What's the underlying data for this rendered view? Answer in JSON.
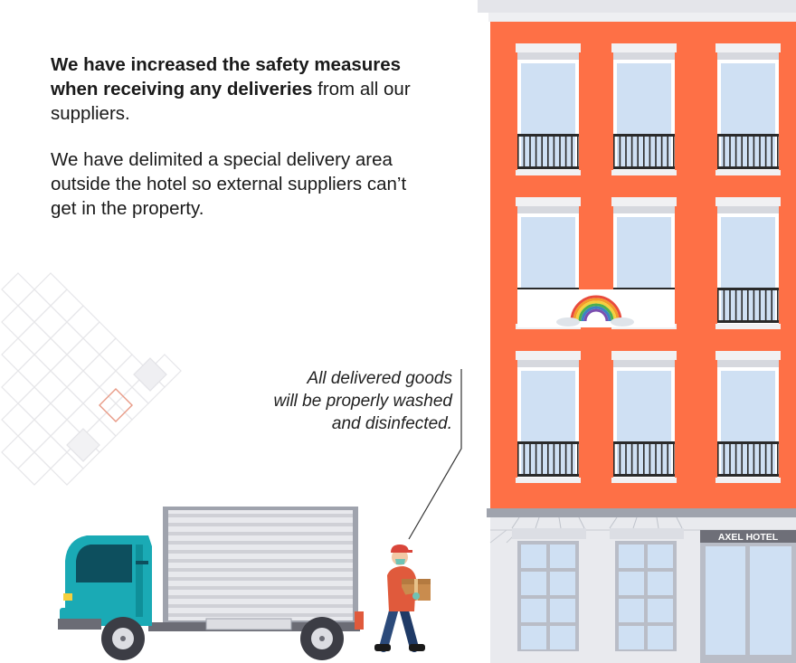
{
  "intro": {
    "p1_bold": "We have increased the safety measures when receiving any deliveries",
    "p1_rest": " from all our suppliers.",
    "p2": "We have delimited a special delivery area outside the hotel so external suppliers can’t get in the property."
  },
  "callout": {
    "line1": "All delivered goods",
    "line2": "will be properly washed",
    "line3": "and disinfected."
  },
  "hotel": {
    "sign": "AXEL HOTEL"
  },
  "colors": {
    "facade": "#fe7046",
    "window_glass": "#cfe0f3",
    "ground_floor": "#e9eaee",
    "truck_cab": "#1aaab5",
    "box_body": "#dcdde2",
    "accent": "#e05a3c"
  },
  "icons": [
    "rainbow-icon",
    "delivery-truck-icon",
    "delivery-person-icon",
    "hotel-building-icon",
    "diamond-pattern-icon"
  ]
}
